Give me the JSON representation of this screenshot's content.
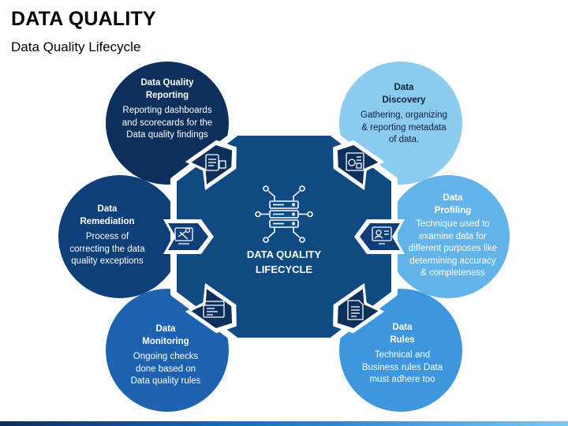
{
  "page": {
    "title": "DATA QUALITY",
    "subtitle": "Data Quality Lifecycle"
  },
  "center": {
    "label_line1": "DATA QUALITY",
    "label_line2": "LIFECYCLE",
    "icon": "server-network-icon",
    "color": "#0f4a82"
  },
  "stages": [
    {
      "key": "reporting",
      "heading1": "Data Quality",
      "heading2": "Reporting",
      "body": [
        "Reporting dashboards",
        "and scorecards for the",
        "Data quality findings"
      ],
      "icon": "report-clipboard-icon",
      "color": "#0d2f5c"
    },
    {
      "key": "discovery",
      "heading1": "Data",
      "heading2": "Discovery",
      "body": [
        "Gathering, organizing",
        "&  reporting metadata",
        "of data."
      ],
      "icon": "dashboard-analysis-icon",
      "color": "#8ccbf0"
    },
    {
      "key": "remediation",
      "heading1": "Data",
      "heading2": "Remediation",
      "body": [
        "Process of",
        "correcting the data",
        "quality exceptions"
      ],
      "icon": "tools-repair-icon",
      "color": "#0f3f78"
    },
    {
      "key": "profiling",
      "heading1": "Data",
      "heading2": "Profiling",
      "body": [
        "Technique used to",
        "examine data for",
        "different purposes like",
        "determining accuracy",
        "& completeness"
      ],
      "icon": "user-profile-monitor-icon",
      "color": "#62b4e8"
    },
    {
      "key": "monitoring",
      "heading1": "Data",
      "heading2": "Monitoring",
      "body": [
        "Ongoing checks",
        "done based on",
        "Data quality rules"
      ],
      "icon": "code-monitoring-icon",
      "color": "#1d62b0"
    },
    {
      "key": "rules",
      "heading1": "Data",
      "heading2": "Rules",
      "body": [
        "Technical and",
        "Business rules Data",
        "must adhere too"
      ],
      "icon": "document-rules-icon",
      "color": "#3d96de"
    }
  ]
}
